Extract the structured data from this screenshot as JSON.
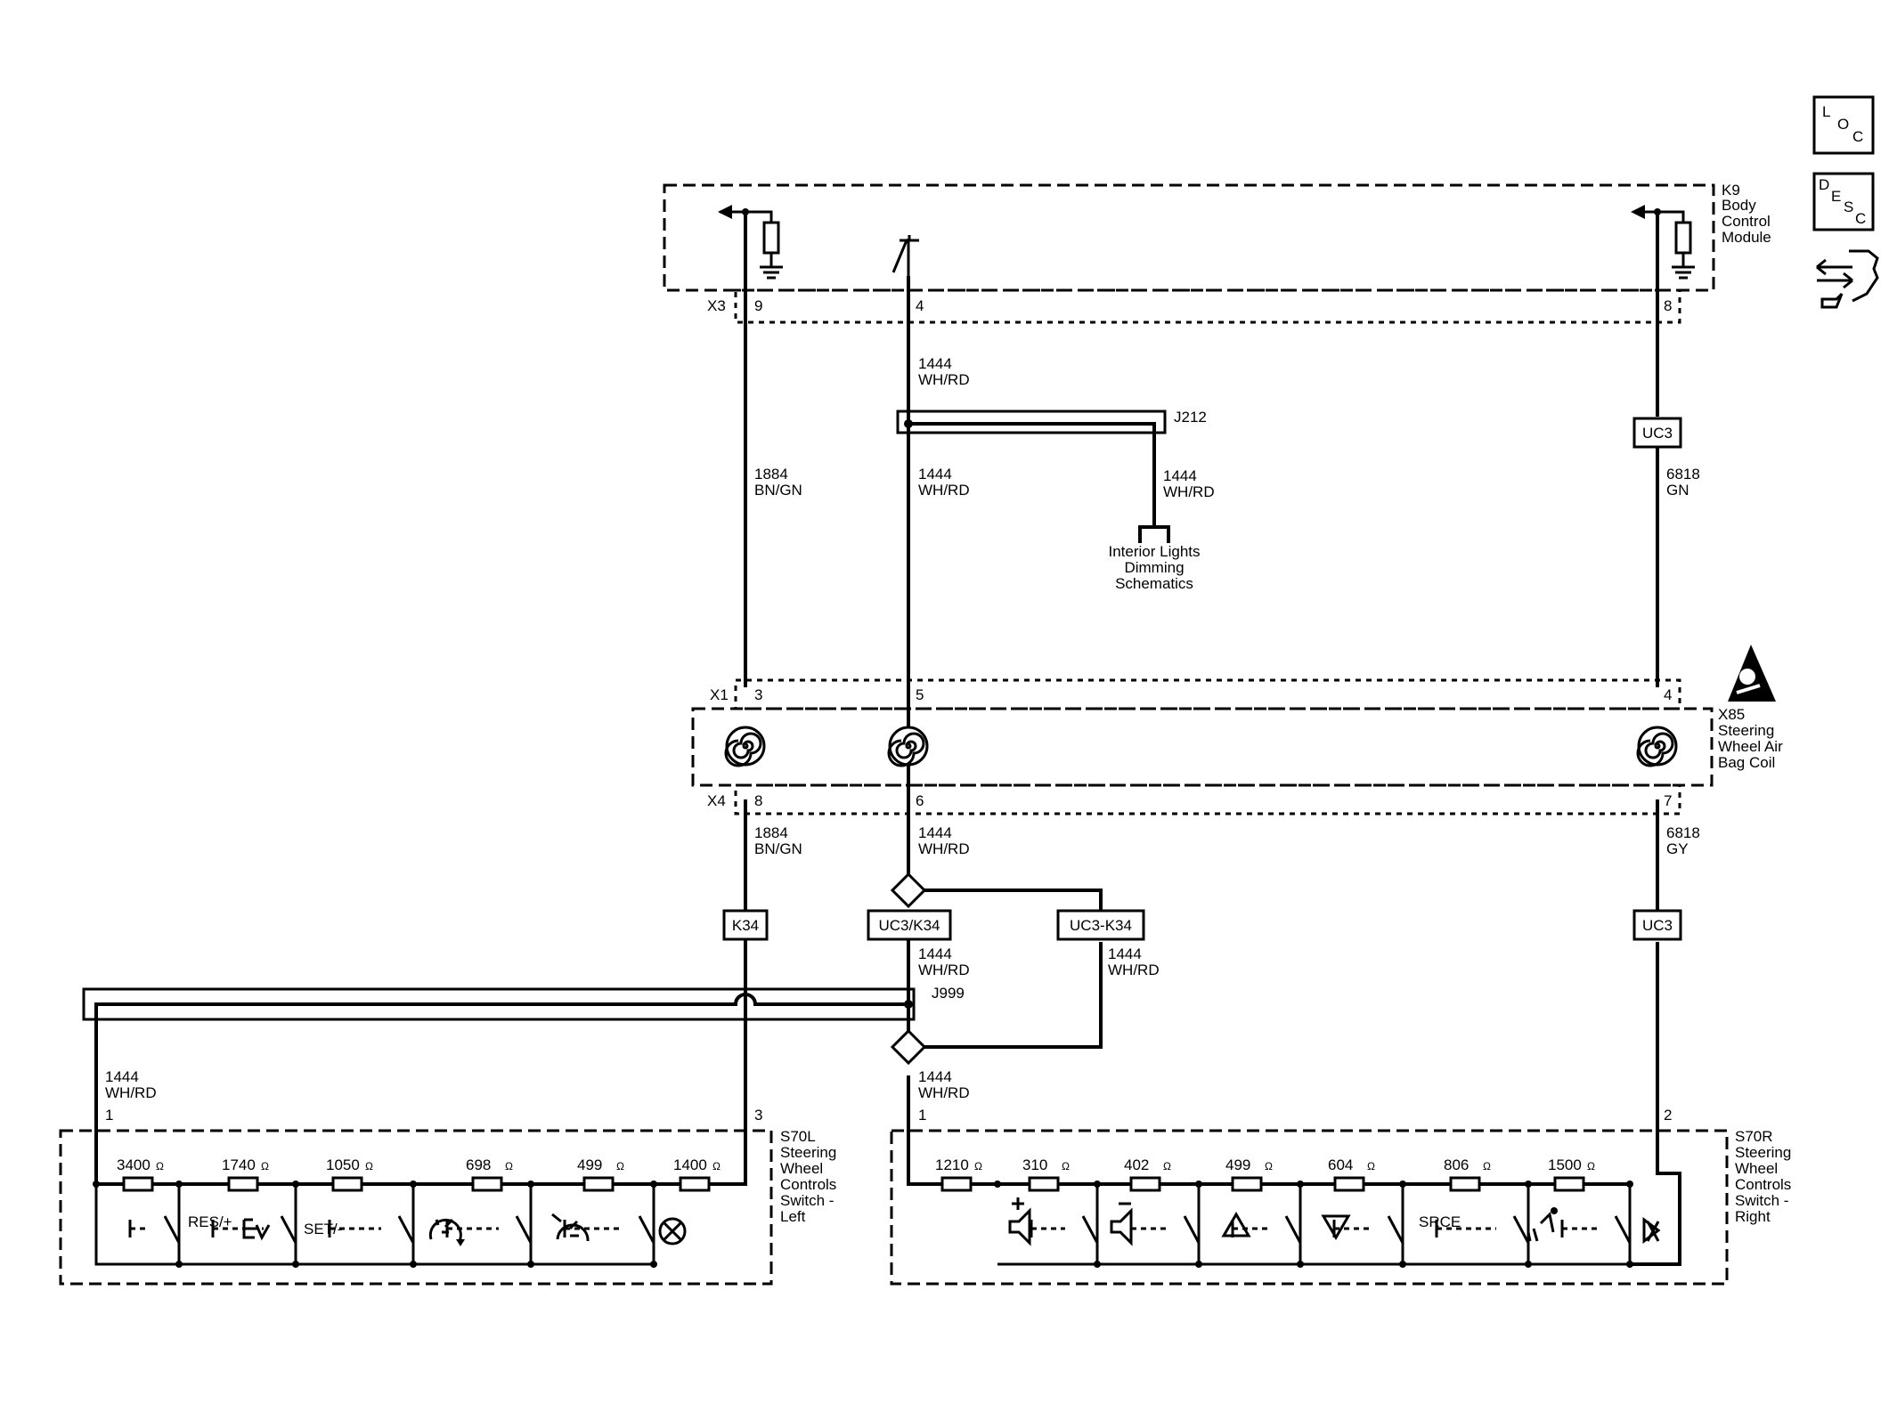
{
  "side_icons": {
    "loc": [
      "L",
      "O",
      "C"
    ],
    "desc": [
      "D",
      "E",
      "S",
      "C"
    ]
  },
  "k9": {
    "ref": "K9",
    "name_lines": [
      "Body",
      "Control",
      "Module"
    ],
    "connector": "X3",
    "pins": [
      "9",
      "4",
      "8"
    ]
  },
  "wires": {
    "bn_gn_upper": [
      "1884",
      "BN/GN"
    ],
    "wh_rd_top": [
      "1444",
      "WH/RD"
    ],
    "wh_rd_mid": [
      "1444",
      "WH/RD"
    ],
    "wh_rd_branch": [
      "1444",
      "WH/RD"
    ],
    "gn": [
      "6818",
      "GN"
    ],
    "bn_gn_lower": [
      "1884",
      "BN/GN"
    ],
    "wh_rd_lower": [
      "1444",
      "WH/RD"
    ],
    "gy": [
      "6818",
      "GY"
    ],
    "wh_rd_uc3k34": [
      "1444",
      "WH/RD"
    ],
    "wh_rd_uc3dashk34": [
      "1444",
      "WH/RD"
    ],
    "wh_rd_s70l": [
      "1444",
      "WH/RD"
    ],
    "wh_rd_s70r": [
      "1444",
      "WH/RD"
    ]
  },
  "splices": {
    "j212": "J212",
    "j999": "J999"
  },
  "interior_ref_lines": [
    "Interior Lights",
    "Dimming",
    "Schematics"
  ],
  "option_boxes": {
    "uc3_top": "UC3",
    "k34": "K34",
    "uc3_k34": "UC3/K34",
    "uc3_dash_k34": "UC3-K34",
    "uc3_bottom": "UC3"
  },
  "x85": {
    "ref": "X85",
    "name_lines": [
      "Steering",
      "Wheel Air",
      "Bag Coil"
    ],
    "conn_top": "X1",
    "pins_top": [
      "3",
      "5",
      "4"
    ],
    "conn_bottom": "X4",
    "pins_bottom": [
      "8",
      "6",
      "7"
    ]
  },
  "s70l": {
    "ref": "S70L",
    "name_lines": [
      "Steering",
      "Wheel",
      "Controls",
      "Switch -",
      "Left"
    ],
    "pins": [
      "1",
      "3"
    ],
    "resistors": [
      "3400",
      "1740",
      "1050",
      "698",
      "499",
      "1400"
    ],
    "switch_labels": [
      "RES/+",
      "SET/-"
    ]
  },
  "s70r": {
    "ref": "S70R",
    "name_lines": [
      "Steering",
      "Wheel",
      "Controls",
      "Switch -",
      "Right"
    ],
    "pins": [
      "1",
      "2"
    ],
    "resistors": [
      "1210",
      "310",
      "402",
      "499",
      "604",
      "806",
      "1500"
    ],
    "switch_labels": [
      "SRCE"
    ]
  },
  "ohm": "Ω"
}
